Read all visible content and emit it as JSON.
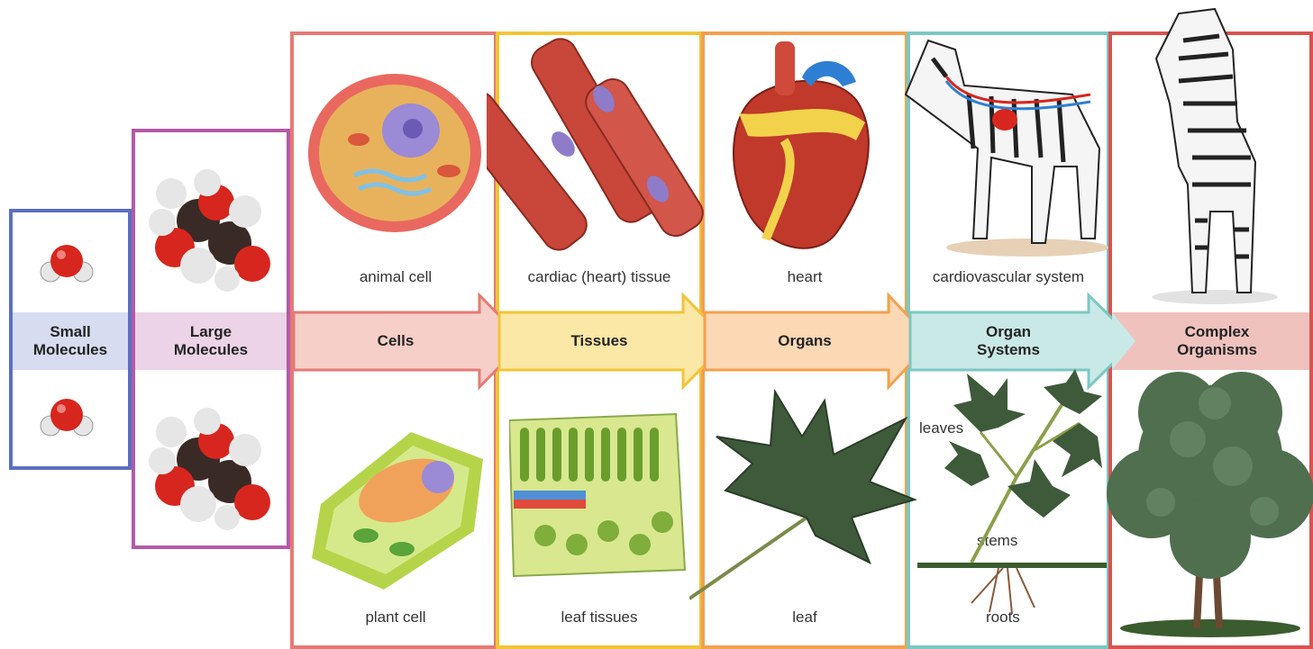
{
  "colors": {
    "small_molecules": "#5b6fc2",
    "large_molecules": "#b45aa6",
    "cells": "#e57a74",
    "tissues": "#f2c437",
    "organs": "#f3a04f",
    "organ_systems": "#7cc7c2",
    "complex_organisms": "#d9534f"
  },
  "stages": [
    {
      "label": "Small\nMolecules"
    },
    {
      "label": "Large\nMolecules"
    },
    {
      "label": "Cells"
    },
    {
      "label": "Tissues"
    },
    {
      "label": "Organs"
    },
    {
      "label": "Organ\nSystems"
    },
    {
      "label": "Complex\nOrganisms"
    }
  ],
  "captions": {
    "animal_cell": "animal cell",
    "cardiac_tissue": "cardiac (heart) tissue",
    "heart": "heart",
    "cardiovascular_system": "cardiovascular system",
    "plant_cell": "plant cell",
    "leaf_tissues": "leaf tissues",
    "leaf": "leaf",
    "leaves": "leaves",
    "stems": "stems",
    "roots": "roots"
  },
  "icons": [
    "water-molecule-icon",
    "glucose-molecule-icon",
    "animal-cell-icon",
    "plant-cell-icon",
    "cardiac-tissue-icon",
    "leaf-tissue-icon",
    "heart-icon",
    "leaf-icon",
    "zebra-cardiovascular-icon",
    "plant-organ-system-icon",
    "zebra-icon",
    "tree-icon"
  ]
}
